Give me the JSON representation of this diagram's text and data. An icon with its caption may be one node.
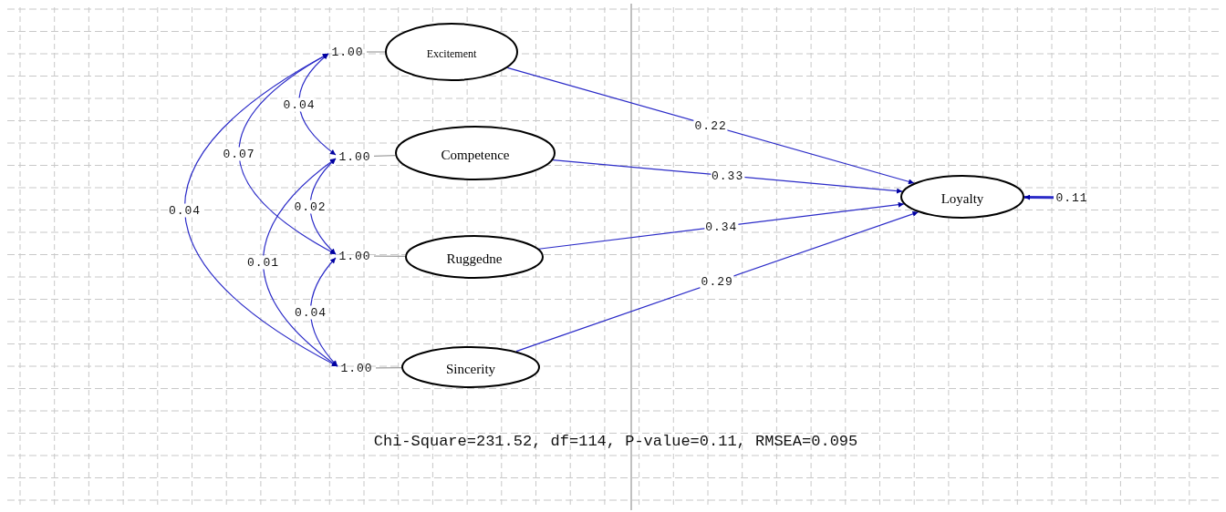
{
  "diagram": {
    "nodes": [
      {
        "text": [
          "Excitement"
        ]
      },
      {
        "text": [
          "Competence"
        ]
      },
      {
        "text": [
          "Ruggedne"
        ]
      },
      {
        "text": [
          "Sincerity"
        ]
      },
      {
        "text": [
          "Loyalty"
        ]
      },
      {
        "text": [
          "1.00"
        ]
      },
      {
        "text": [
          "1.00"
        ]
      },
      {
        "text": [
          "1.00"
        ]
      },
      {
        "text": [
          "1.00"
        ]
      },
      {
        "text": [
          "0.11"
        ]
      }
    ],
    "edges": [
      {
        "from": 5,
        "to": 0,
        "arrow": "none",
        "color": "#a0a0a0"
      },
      {
        "from": 6,
        "to": 1,
        "arrow": "none",
        "color": "#a0a0a0"
      },
      {
        "from": 7,
        "to": 2,
        "arrow": "none",
        "color": "#a0a0a0"
      },
      {
        "from": 8,
        "to": 3,
        "arrow": "none",
        "color": "#a0a0a0"
      },
      {
        "from": 5,
        "to": 6,
        "arrow": "both",
        "label": "0.04"
      },
      {
        "from": 5,
        "to": 7,
        "arrow": "both",
        "label": "0.07"
      },
      {
        "from": 5,
        "to": 8,
        "arrow": "both",
        "label": "0.04"
      },
      {
        "from": 6,
        "to": 7,
        "arrow": "both",
        "label": "0.02"
      },
      {
        "from": 6,
        "to": 8,
        "arrow": "both",
        "label": "0.01"
      },
      {
        "from": 7,
        "to": 8,
        "arrow": "both",
        "label": "0.04"
      },
      {
        "from": 0,
        "to": 4,
        "arrow": "to",
        "label": "0.22"
      },
      {
        "from": 1,
        "to": 4,
        "arrow": "to",
        "label": "0.33"
      },
      {
        "from": 2,
        "to": 4,
        "arrow": "to",
        "label": "0.34"
      },
      {
        "from": 3,
        "to": 4,
        "arrow": "to",
        "label": "0.29"
      },
      {
        "from": 9,
        "to": 4,
        "arrow": "to"
      }
    ],
    "labels": [
      "Chi-Square=231.52, df=114, P-value=0.11, RMSEA=0.095"
    ]
  }
}
